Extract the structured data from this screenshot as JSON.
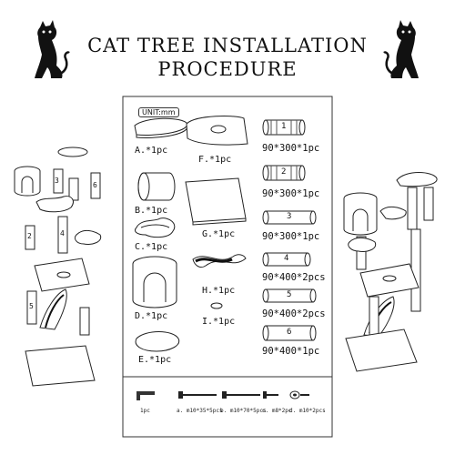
{
  "title": {
    "line1": "CAT TREE INSTALLATION",
    "line2": "PROCEDURE"
  },
  "unit": "UNIT:mm",
  "parts": {
    "A": "A.*1pc",
    "B": "B.*1pc",
    "C": "C.*1pc",
    "D": "D.*1pc",
    "E": "E.*1pc",
    "F": "F.*1pc",
    "G": "G.*1pc",
    "H": "H.*1pc",
    "I": "I.*1pc"
  },
  "rods": [
    {
      "num": "1",
      "label": "90*300*1pc"
    },
    {
      "num": "2",
      "label": "90*300*1pc"
    },
    {
      "num": "3",
      "label": "90*300*1pc"
    },
    {
      "num": "4",
      "label": "90*400*2pcs"
    },
    {
      "num": "5",
      "label": "90*400*2pcs"
    },
    {
      "num": "6",
      "label": "90*400*1pc"
    }
  ],
  "tools": {
    "wrench": "1pc",
    "a": "a. m10*35*5pcs",
    "b": "b. m10*70*5pcs",
    "c": "c. m8*2pc",
    "d": "d. m10*2pcs"
  },
  "exploded_numbers": [
    "3",
    "6",
    "2",
    "4",
    "5"
  ]
}
